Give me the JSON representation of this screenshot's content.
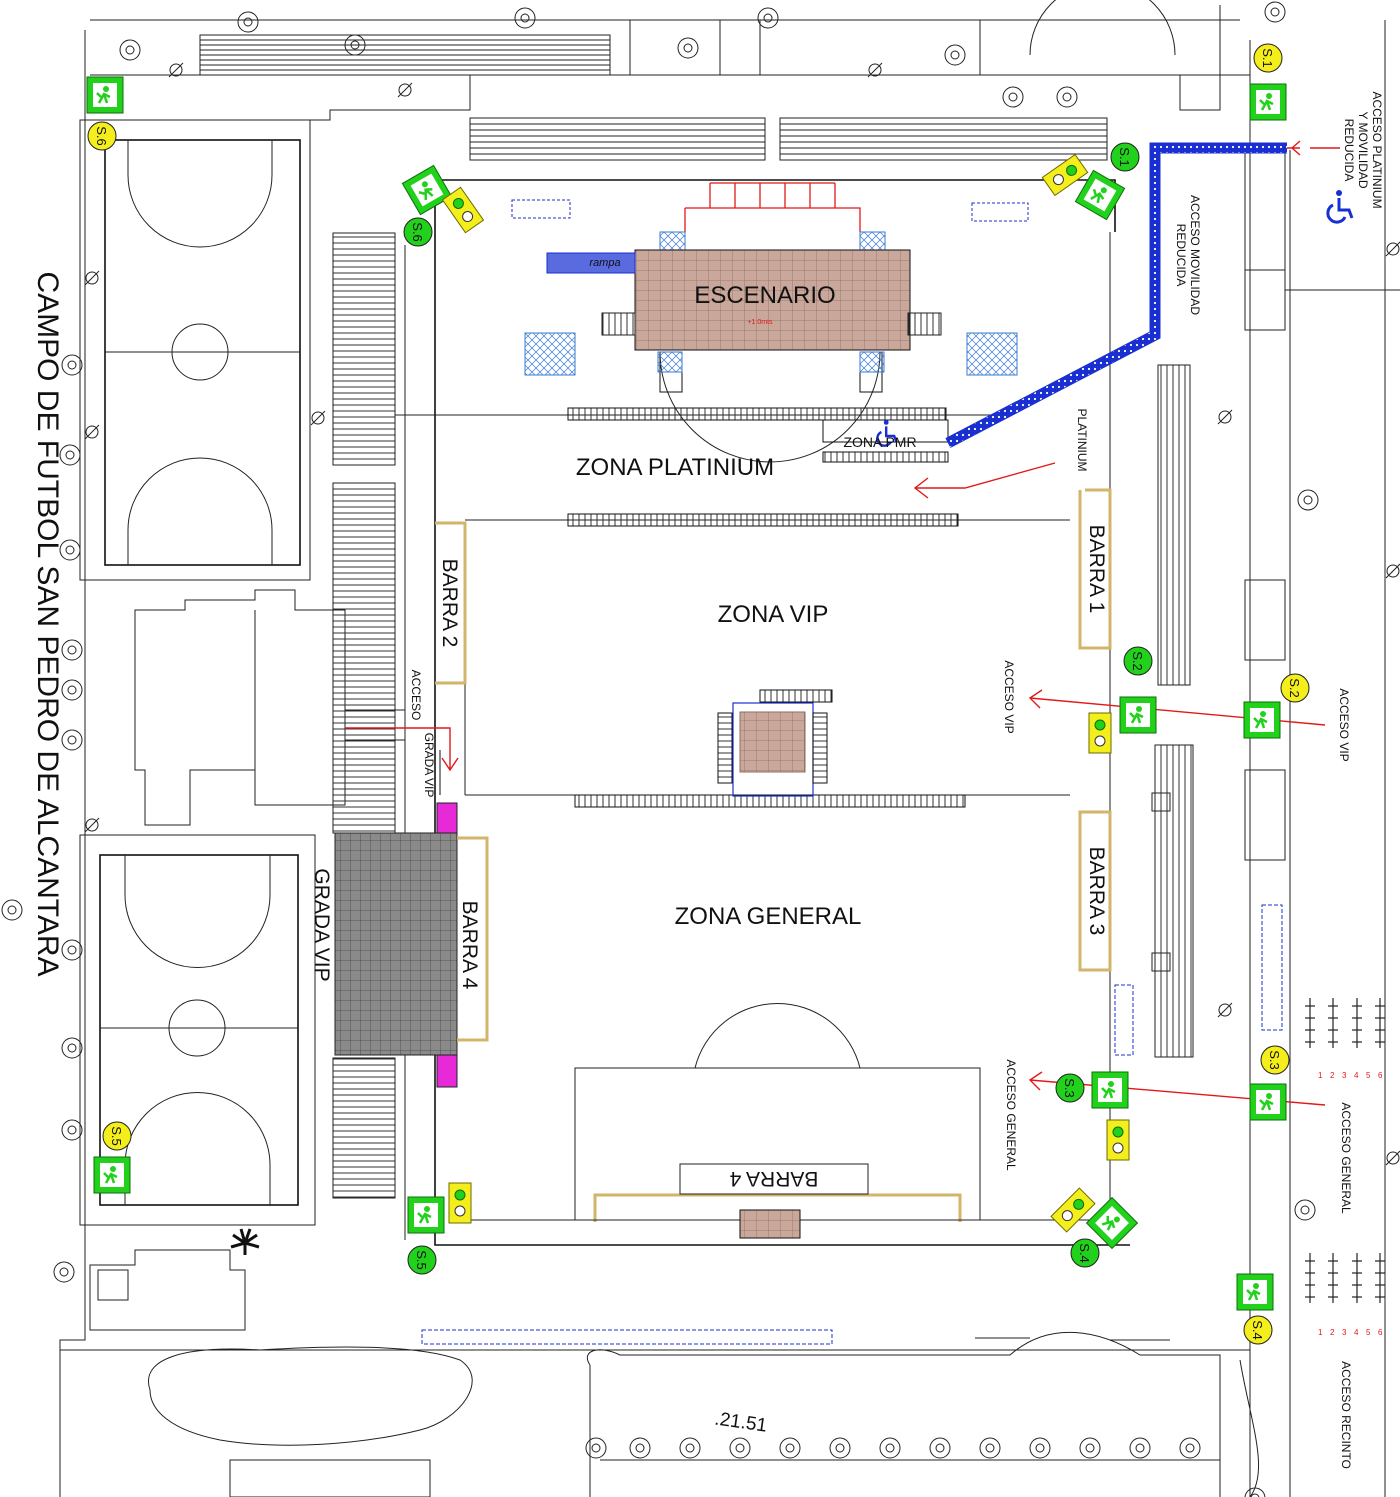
{
  "map": {
    "title": "CAMPO DE FUTBOL SAN PEDRO DE ALCANTARA",
    "elevation": ".21.51",
    "zones": {
      "escenario": "ESCENARIO",
      "platinium": "ZONA PLATINIUM",
      "pmr": "ZONA PMR",
      "vip": "ZONA VIP",
      "general": "ZONA GENERAL"
    },
    "ramp_label": "rampa",
    "stage_note": "+1.0mts",
    "bars": {
      "barra1": "BARRA 1",
      "barra2": "BARRA 2",
      "barra3": "BARRA 3",
      "barra4_side": "BARRA 4",
      "barra4_bottom": "BARRA 4"
    },
    "grada_vip": "GRADA VIP",
    "access_labels": {
      "platinium_movilidad_line1": "ACCESO PLATINIUM",
      "platinium_movilidad_line2": "Y MOVILIDAD",
      "platinium_movilidad_line3": "REDUCIDA",
      "movilidad_line1": "ACCESO MOVILIDAD",
      "movilidad_line2": "REDUCIDA",
      "platinium": "PLATINIUM",
      "vip_outer": "ACCESO VIP",
      "vip_inner": "ACCESO VIP",
      "general_outer": "ACCESO GENERAL",
      "general_inner": "ACCESO GENERAL",
      "grada_vip_line1": "ACCESO",
      "grada_vip_line2": "GRADA VIP",
      "recinto": "ACCESO RECINTO"
    },
    "exits": {
      "s1": "S.1",
      "s2": "S.2",
      "s3": "S.3",
      "s4": "S.4",
      "s5": "S.5",
      "s6": "S.6"
    },
    "gate_numbers": [
      "1",
      "2",
      "3",
      "4",
      "5",
      "6"
    ],
    "colors": {
      "route_blue": "#1a2fd1",
      "arrow_red": "#e11919",
      "exit_green": "#22d11c",
      "exit_yellow": "#f4ee1c",
      "stage_brown": "#c9a79a",
      "barra_tan": "#d2b46a",
      "grada_grey": "#8a8a8a",
      "magenta": "#e62ad8"
    },
    "icons": [
      "emergency-exit-icon",
      "wheelchair-icon",
      "tree-icon",
      "palm-tree-icon",
      "traffic-light-icon",
      "turnstile-icon",
      "arrow-icon"
    ]
  }
}
